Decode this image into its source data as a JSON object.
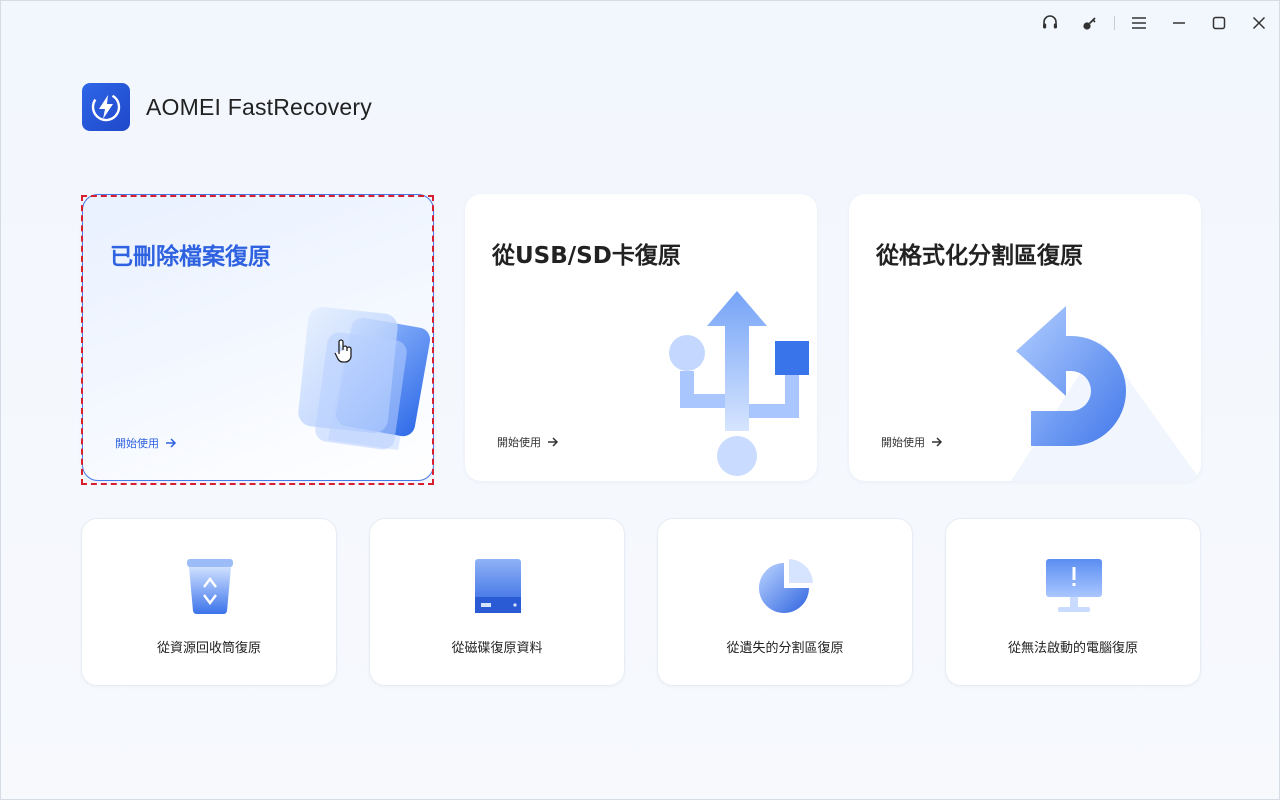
{
  "app": {
    "title": "AOMEI FastRecovery"
  },
  "colors": {
    "accent": "#2f62e0",
    "focus": "#d6202f",
    "text": "#222222"
  },
  "titlebar": {
    "icons": [
      "headset-icon",
      "key-icon",
      "menu-icon",
      "minimize-icon",
      "maximize-icon",
      "close-icon"
    ]
  },
  "main_cards": [
    {
      "title": "已刪除檔案復原",
      "start_label": "開始使用",
      "active": true
    },
    {
      "title": "從USB/SD卡復原",
      "start_label": "開始使用",
      "active": false
    },
    {
      "title": "從格式化分割區復原",
      "start_label": "開始使用",
      "active": false
    }
  ],
  "small_cards": [
    {
      "label": "從資源回收筒復原",
      "icon": "recycle-bin-icon"
    },
    {
      "label": "從磁碟復原資料",
      "icon": "disk-icon"
    },
    {
      "label": "從遺失的分割區復原",
      "icon": "pie-chart-icon"
    },
    {
      "label": "從無法啟動的電腦復原",
      "icon": "monitor-warning-icon"
    }
  ]
}
